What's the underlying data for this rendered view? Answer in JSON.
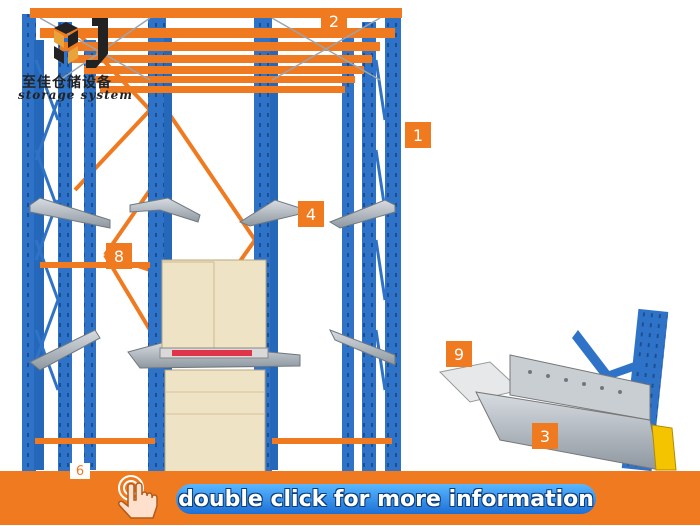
{
  "logo": {
    "icon": "storage-cube-logo",
    "name_cn": "至佳仓储设备",
    "name_en": "storage system"
  },
  "callouts": {
    "c1": "1",
    "c2": "2",
    "c3": "3",
    "c4": "4",
    "c6": "6",
    "c8": "8",
    "c9": "9"
  },
  "cta": {
    "label": "double click for more information",
    "icon": "hand-pointer-icon"
  },
  "colors": {
    "upright_blue": "#2f73c8",
    "beam_orange": "#f07a20",
    "bar_orange": "#f07a20",
    "button_blue": "#1d6fd6",
    "steel": "#a9b1b9",
    "carton": "#efe3c6"
  }
}
